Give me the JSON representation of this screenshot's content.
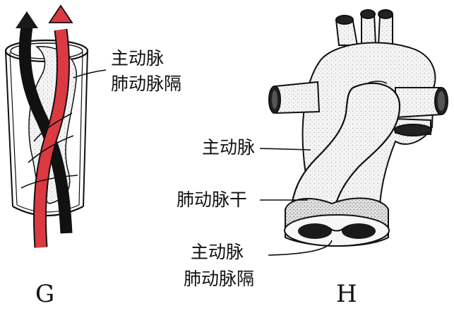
{
  "figure_g": {
    "panel_label": "G",
    "label_aorta": "主动脉",
    "label_septum": "肺动脉隔"
  },
  "figure_h": {
    "panel_label": "H",
    "label_aorta": "主动脉",
    "label_trunk": "肺动脉干",
    "label_septum_aorta": "主动脉",
    "label_septum": "肺动脉隔"
  },
  "colors": {
    "vessel_black": "#1a1a1a",
    "vessel_red": "#dc3a43",
    "outline": "#111111"
  }
}
